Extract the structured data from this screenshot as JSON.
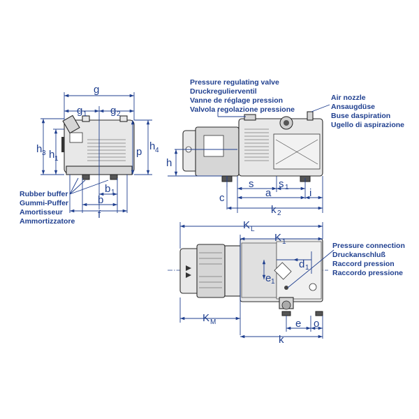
{
  "dimensions": {
    "g": "g",
    "g1": "g",
    "g1_sub": "1",
    "g2": "g",
    "g2_sub": "2",
    "h3": "h",
    "h3_sub": "3",
    "h1": "h",
    "h1_sub": "1",
    "p": "p",
    "h4": "h",
    "h4_sub": "4",
    "b1": "b",
    "b1_sub": "1",
    "b": "b",
    "f": "f",
    "h": "h",
    "c": "c",
    "s": "s",
    "s1": "s",
    "s1_sub": "1",
    "a": "a",
    "i": "i",
    "k2": "k",
    "k2_sub": "2",
    "KL": "K",
    "KL_sub": "L",
    "K1": "K",
    "K1_sub": "1",
    "d1": "d",
    "d1_sub": "1",
    "e1": "e",
    "e1_sub": "1",
    "KM": "K",
    "KM_sub": "M",
    "e": "e",
    "o": "o",
    "k": "k"
  },
  "labels": {
    "pressure_valve": [
      "Pressure regulating valve",
      "Druckregulierventil",
      "Vanne de réglage pression",
      "Valvola regolazione pressione"
    ],
    "air_nozzle": [
      "Air nozzle",
      "Ansaugdüse",
      "Buse daspiration",
      "Ugello di aspirazione"
    ],
    "rubber_buffer": [
      "Rubber buffer",
      "Gummi-Puffer",
      "Amortisseur",
      "Ammortizzatore"
    ],
    "pressure_connection": [
      "Pressure connection",
      "Druckanschluß",
      "Raccord pression",
      "Raccordo pressione"
    ]
  },
  "colors": {
    "dimension": "#1f3f8f",
    "outline": "#2a2a2a"
  }
}
